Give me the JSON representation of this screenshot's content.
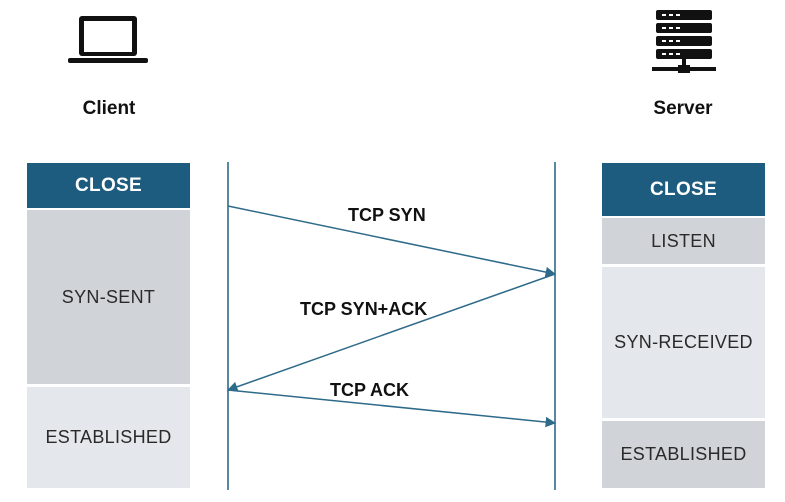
{
  "colors": {
    "header": "#1d5c7f",
    "state_dark": "#d0d3d8",
    "state_light": "#e4e7eb",
    "line": "#2e6a89"
  },
  "client": {
    "icon": "laptop-icon",
    "label": "Client",
    "states": [
      "CLOSE",
      "SYN-SENT",
      "ESTABLISHED"
    ]
  },
  "server": {
    "icon": "server-rack-icon",
    "label": "Server",
    "states": [
      "CLOSE",
      "LISTEN",
      "SYN-RECEIVED",
      "ESTABLISHED"
    ]
  },
  "messages": [
    {
      "label": "TCP SYN",
      "from": "client",
      "to": "server"
    },
    {
      "label": "TCP SYN+ACK",
      "from": "server",
      "to": "client"
    },
    {
      "label": "TCP ACK",
      "from": "client",
      "to": "server"
    }
  ]
}
